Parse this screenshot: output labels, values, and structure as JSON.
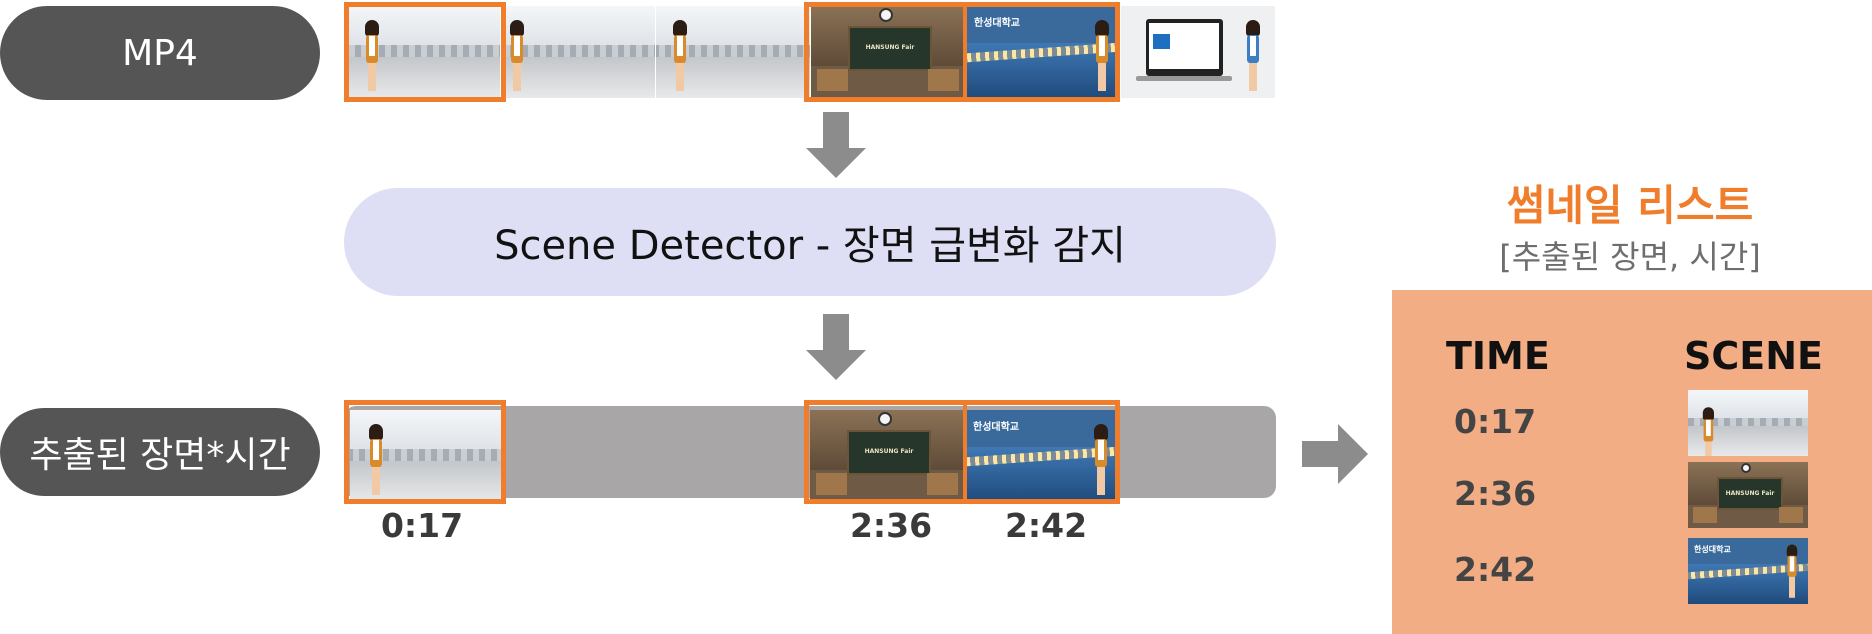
{
  "labels": {
    "source": "MP4",
    "extracted": "추출된 장면*시간"
  },
  "detector": {
    "text": "Scene Detector - 장면 급변화 감지"
  },
  "source_thumbnails": [
    {
      "kind": "hall",
      "highlighted": true
    },
    {
      "kind": "hall-caption",
      "highlighted": false
    },
    {
      "kind": "hall-caption",
      "highlighted": false
    },
    {
      "kind": "classroom",
      "highlighted": true
    },
    {
      "kind": "bridge",
      "highlighted": true
    },
    {
      "kind": "laptop",
      "highlighted": false
    }
  ],
  "thumb_text": {
    "board": "HANSUNG Fair",
    "bridge": "한성대학교"
  },
  "timeline": {
    "times": [
      "0:17",
      "2:36",
      "2:42"
    ]
  },
  "thumbnail_list": {
    "title": "썸네일 리스트",
    "subtitle": "[추출된 장면, 시간]",
    "col_time": "TIME",
    "col_scene": "SCENE",
    "rows": [
      {
        "time": "0:17",
        "scene": "hall"
      },
      {
        "time": "2:36",
        "scene": "classroom"
      },
      {
        "time": "2:42",
        "scene": "bridge"
      }
    ]
  },
  "colors": {
    "highlight": "#ef7d2c",
    "pill": "#555555",
    "detector_bg": "#dedff5",
    "panel_bg": "#f2ad84",
    "arrow": "#8c8c8c"
  }
}
